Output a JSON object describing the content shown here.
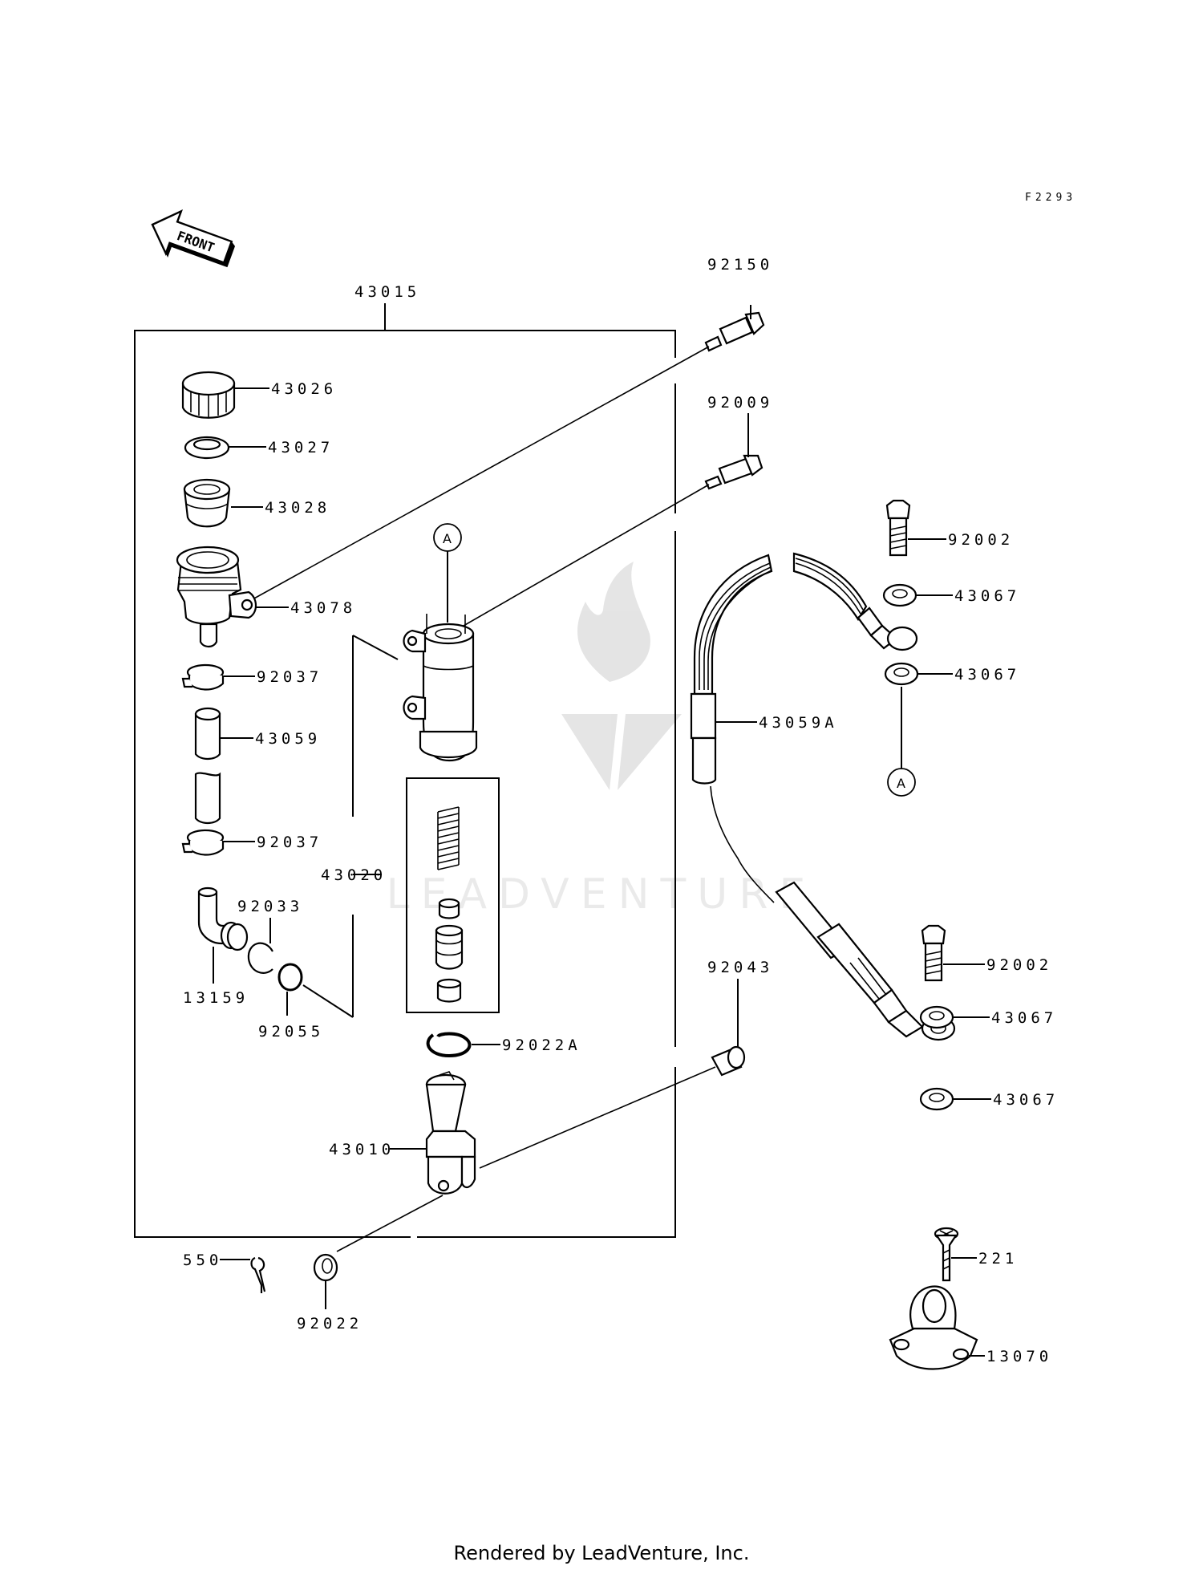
{
  "diagram": {
    "drawing_code": "F2293",
    "front_label": "FRONT",
    "watermark": "LEADVENTURE",
    "callout_a": "A",
    "part_labels": {
      "p43015": "43015",
      "p92150": "92150",
      "p92009": "92009",
      "p43026": "43026",
      "p43027": "43027",
      "p43028": "43028",
      "p43078": "43078",
      "p92037a": "92037",
      "p43059": "43059",
      "p92037b": "92037",
      "p92033": "92033",
      "p13159": "13159",
      "p92055": "92055",
      "p43020": "43020",
      "p92022A": "92022A",
      "p43010": "43010",
      "p550": "550",
      "p92022": "92022",
      "p92002a": "92002",
      "p43067a": "43067",
      "p43067b": "43067",
      "p43059A": "43059A",
      "p92043": "92043",
      "p92002b": "92002",
      "p43067c": "43067",
      "p43067d": "43067",
      "p221": "221",
      "p13070": "13070"
    }
  },
  "footer": {
    "text": "Rendered by LeadVenture, Inc."
  }
}
